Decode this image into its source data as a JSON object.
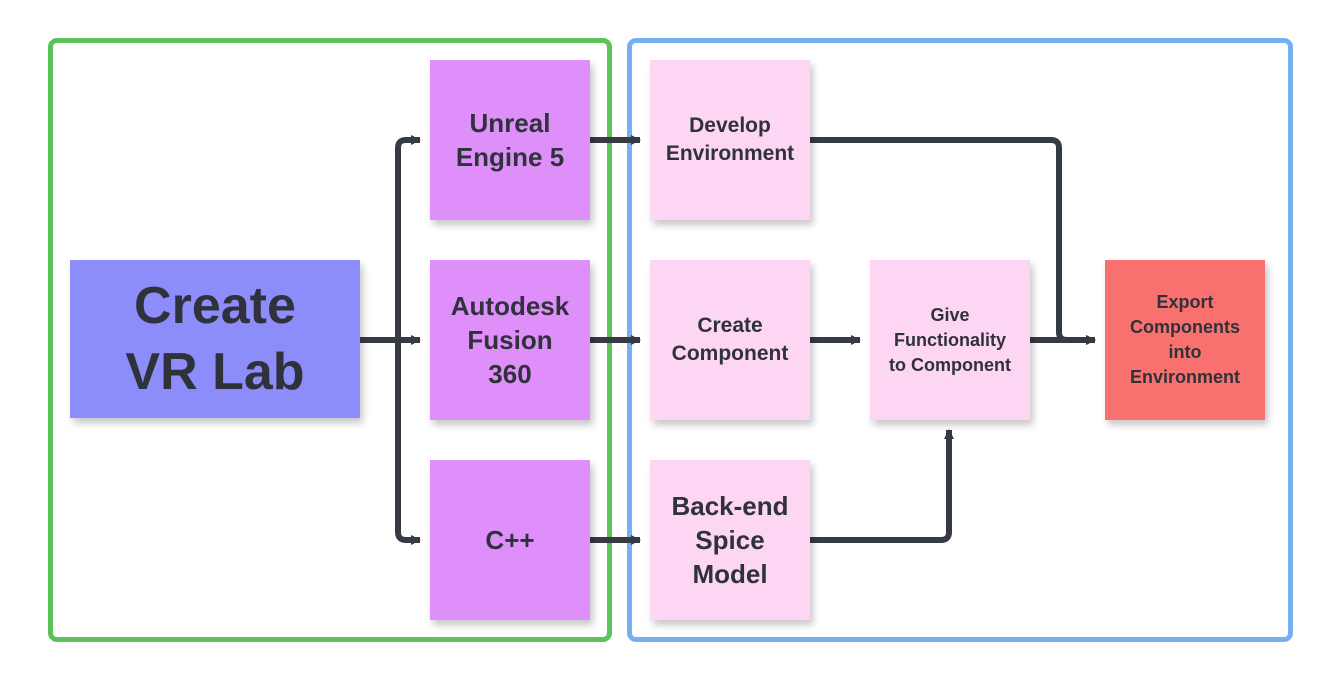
{
  "diagram": {
    "groups": [
      {
        "id": "tools",
        "color": "#5cc25c"
      },
      {
        "id": "tasks",
        "color": "#76b0f2"
      }
    ],
    "nodes": {
      "create_vr_lab": {
        "label": "Create\nVR Lab",
        "color": "#8c8dfa"
      },
      "unreal_engine": {
        "label": "Unreal\nEngine 5",
        "color": "#df8ff9"
      },
      "autodesk_fusion": {
        "label": "Autodesk\nFusion\n360",
        "color": "#df8ff9"
      },
      "cpp": {
        "label": "C++",
        "color": "#df8ff9"
      },
      "develop_environment": {
        "label": "Develop\nEnvironment",
        "color": "#fcd6f2"
      },
      "create_component": {
        "label": "Create\nComponent",
        "color": "#fcd6f2"
      },
      "backend_spice_model": {
        "label": "Back-end\nSpice\nModel",
        "color": "#fcd6f2"
      },
      "give_functionality": {
        "label": "Give\nFunctionality\nto Component",
        "color": "#fcd6f2"
      },
      "export_components": {
        "label": "Export\nComponents\ninto\nEnvironment",
        "color": "#f8716f"
      }
    },
    "edges": [
      {
        "from": "create_vr_lab",
        "to": "unreal_engine"
      },
      {
        "from": "create_vr_lab",
        "to": "autodesk_fusion"
      },
      {
        "from": "create_vr_lab",
        "to": "cpp"
      },
      {
        "from": "unreal_engine",
        "to": "develop_environment"
      },
      {
        "from": "autodesk_fusion",
        "to": "create_component"
      },
      {
        "from": "cpp",
        "to": "backend_spice_model"
      },
      {
        "from": "create_component",
        "to": "give_functionality"
      },
      {
        "from": "backend_spice_model",
        "to": "give_functionality"
      },
      {
        "from": "give_functionality",
        "to": "export_components"
      },
      {
        "from": "develop_environment",
        "to": "export_components"
      }
    ],
    "connector_color": "#363a43"
  }
}
